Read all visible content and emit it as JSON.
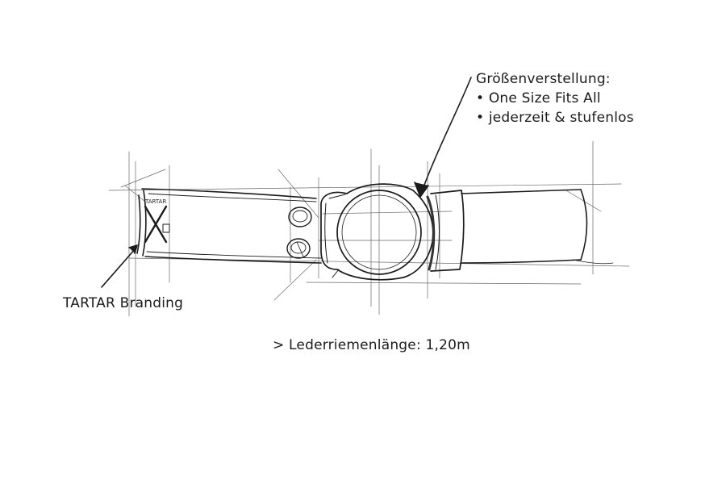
{
  "annotations": {
    "size_adjustment": {
      "title": "Größenverstellung:",
      "bullets": [
        "• One Size Fits All",
        "• jederzeit & stufenlos"
      ]
    },
    "branding": "TARTAR Branding",
    "length": "> Lederriemenlänge: 1,20m"
  },
  "logo": {
    "text": "TARTAR"
  },
  "colors": {
    "ink": "#1b1b1b",
    "paper": "#ffffff"
  }
}
